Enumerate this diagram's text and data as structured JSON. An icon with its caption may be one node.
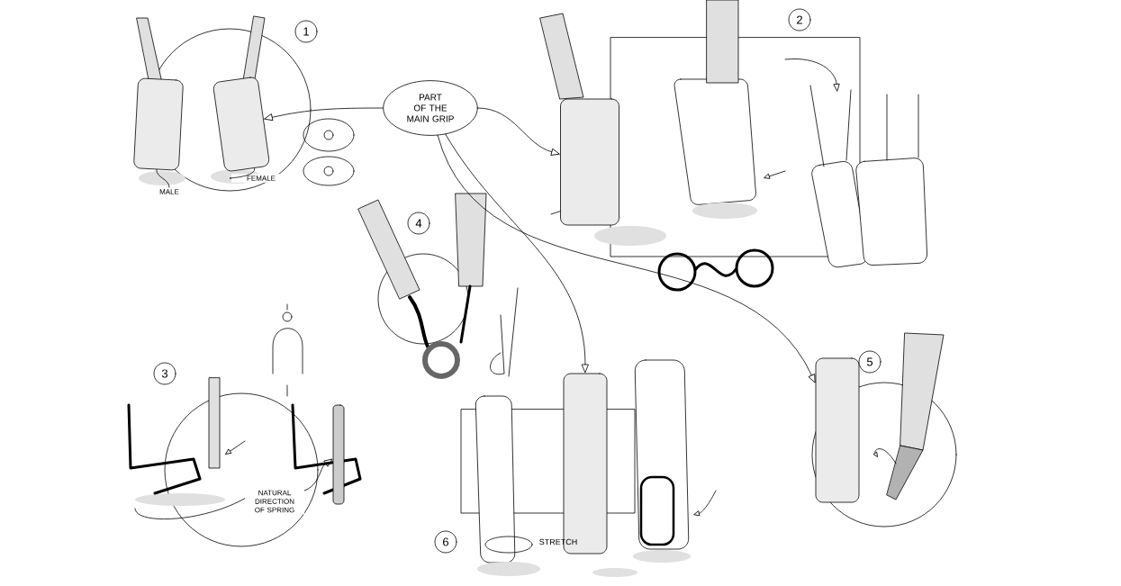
{
  "diagram": {
    "nodes": [
      {
        "text": [
          "PART OF THE MAIN GRIP"
        ]
      },
      {
        "text": [],
        "shape": "box"
      },
      {
        "text": [],
        "shape": "box"
      },
      {
        "text": [],
        "shape": "box"
      },
      {
        "text": [],
        "shape": "box"
      },
      {
        "text": [],
        "shape": "box"
      },
      {
        "text": [
          "MALE"
        ]
      },
      {
        "text": [
          "FEMALE"
        ]
      },
      {
        "text": [
          "NATURAL DIRECTION OF SPRING"
        ]
      },
      {
        "text": [],
        "shape": "bar"
      },
      {
        "text": [
          "1"
        ]
      },
      {
        "text": [
          "2"
        ]
      },
      {
        "text": [
          "3"
        ]
      },
      {
        "text": [
          "4"
        ]
      },
      {
        "text": [
          "5"
        ]
      },
      {
        "text": [
          "6"
        ]
      }
    ],
    "edges": [
      {
        "from": 0,
        "to": 1,
        "arrow": "to"
      },
      {
        "from": 0,
        "to": 3,
        "arrow": "to"
      },
      {
        "from": 0,
        "to": 4,
        "arrow": "to"
      },
      {
        "from": 0,
        "to": 5,
        "arrow": "to"
      },
      {
        "from": 6,
        "to": 2,
        "arrow": "none"
      },
      {
        "from": 7,
        "to": 1,
        "arrow": "none"
      },
      {
        "from": 8,
        "to": 9,
        "arrow": "to"
      }
    ],
    "labels": [
      "STRETCH"
    ]
  }
}
